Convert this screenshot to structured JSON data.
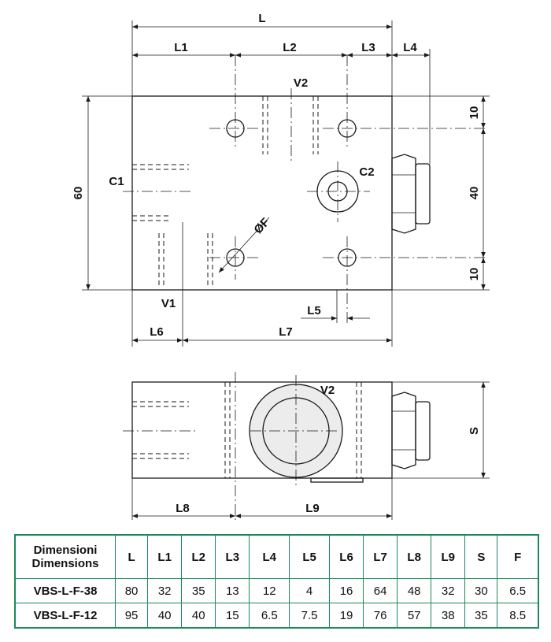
{
  "labels": {
    "L": "L",
    "L1": "L1",
    "L2": "L2",
    "L3": "L3",
    "L4": "L4",
    "L5": "L5",
    "L6": "L6",
    "L7": "L7",
    "L8": "L8",
    "L9": "L9",
    "V1": "V1",
    "V2": "V2",
    "C1": "C1",
    "C2": "C2",
    "F": "ØF",
    "S": "S",
    "h60": "60",
    "h40": "40",
    "h10a": "10",
    "h10b": "10"
  },
  "table": {
    "header_line1": "Dimensioni",
    "header_line2": "Dimensions",
    "columns": [
      "L",
      "L1",
      "L2",
      "L3",
      "L4",
      "L5",
      "L6",
      "L7",
      "L8",
      "L9",
      "S",
      "F"
    ],
    "rows": [
      {
        "model": "VBS-L-F-38",
        "values": [
          "80",
          "32",
          "35",
          "13",
          "12",
          "4",
          "16",
          "64",
          "48",
          "32",
          "30",
          "6.5"
        ]
      },
      {
        "model": "VBS-L-F-12",
        "values": [
          "95",
          "40",
          "40",
          "15",
          "6.5",
          "7.5",
          "19",
          "76",
          "57",
          "38",
          "35",
          "8.5"
        ]
      }
    ]
  },
  "colors": {
    "table_border": "#1a8a5a",
    "line": "#1a1a1a",
    "face_fill": "#ececec"
  }
}
